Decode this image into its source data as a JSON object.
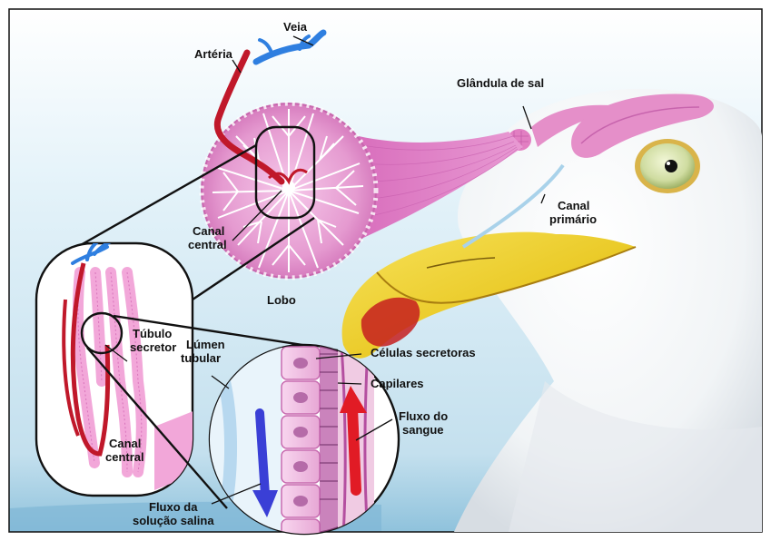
{
  "labels": {
    "veia": "Veia",
    "arteria": "Artéria",
    "glandula": "Glândula de sal",
    "canal_primario_1": "Canal",
    "canal_primario_2": "primário",
    "canal_central_1": "Canal",
    "canal_central_2": "central",
    "lobo": "Lobo",
    "tubulo_1": "Túbulo",
    "tubulo_2": "secretor",
    "lumen_1": "Lúmen",
    "lumen_2": "tubular",
    "celulas": "Células secretoras",
    "capilares": "Capilares",
    "fluxo_sangue_1": "Fluxo do",
    "fluxo_sangue_2": "sangue",
    "canal_central_b1": "Canal",
    "canal_central_b2": "central",
    "fluxo_solucao_1": "Fluxo da",
    "fluxo_solucao_2": "solução salina"
  },
  "colors": {
    "sky": "#d3e9f4",
    "gland_pink": "#e58fc9",
    "artery_red": "#c0182a",
    "vein_blue": "#2f7fe0",
    "beak_yellow": "#f0d130",
    "salt_flow_blue": "#3a3fd6"
  }
}
